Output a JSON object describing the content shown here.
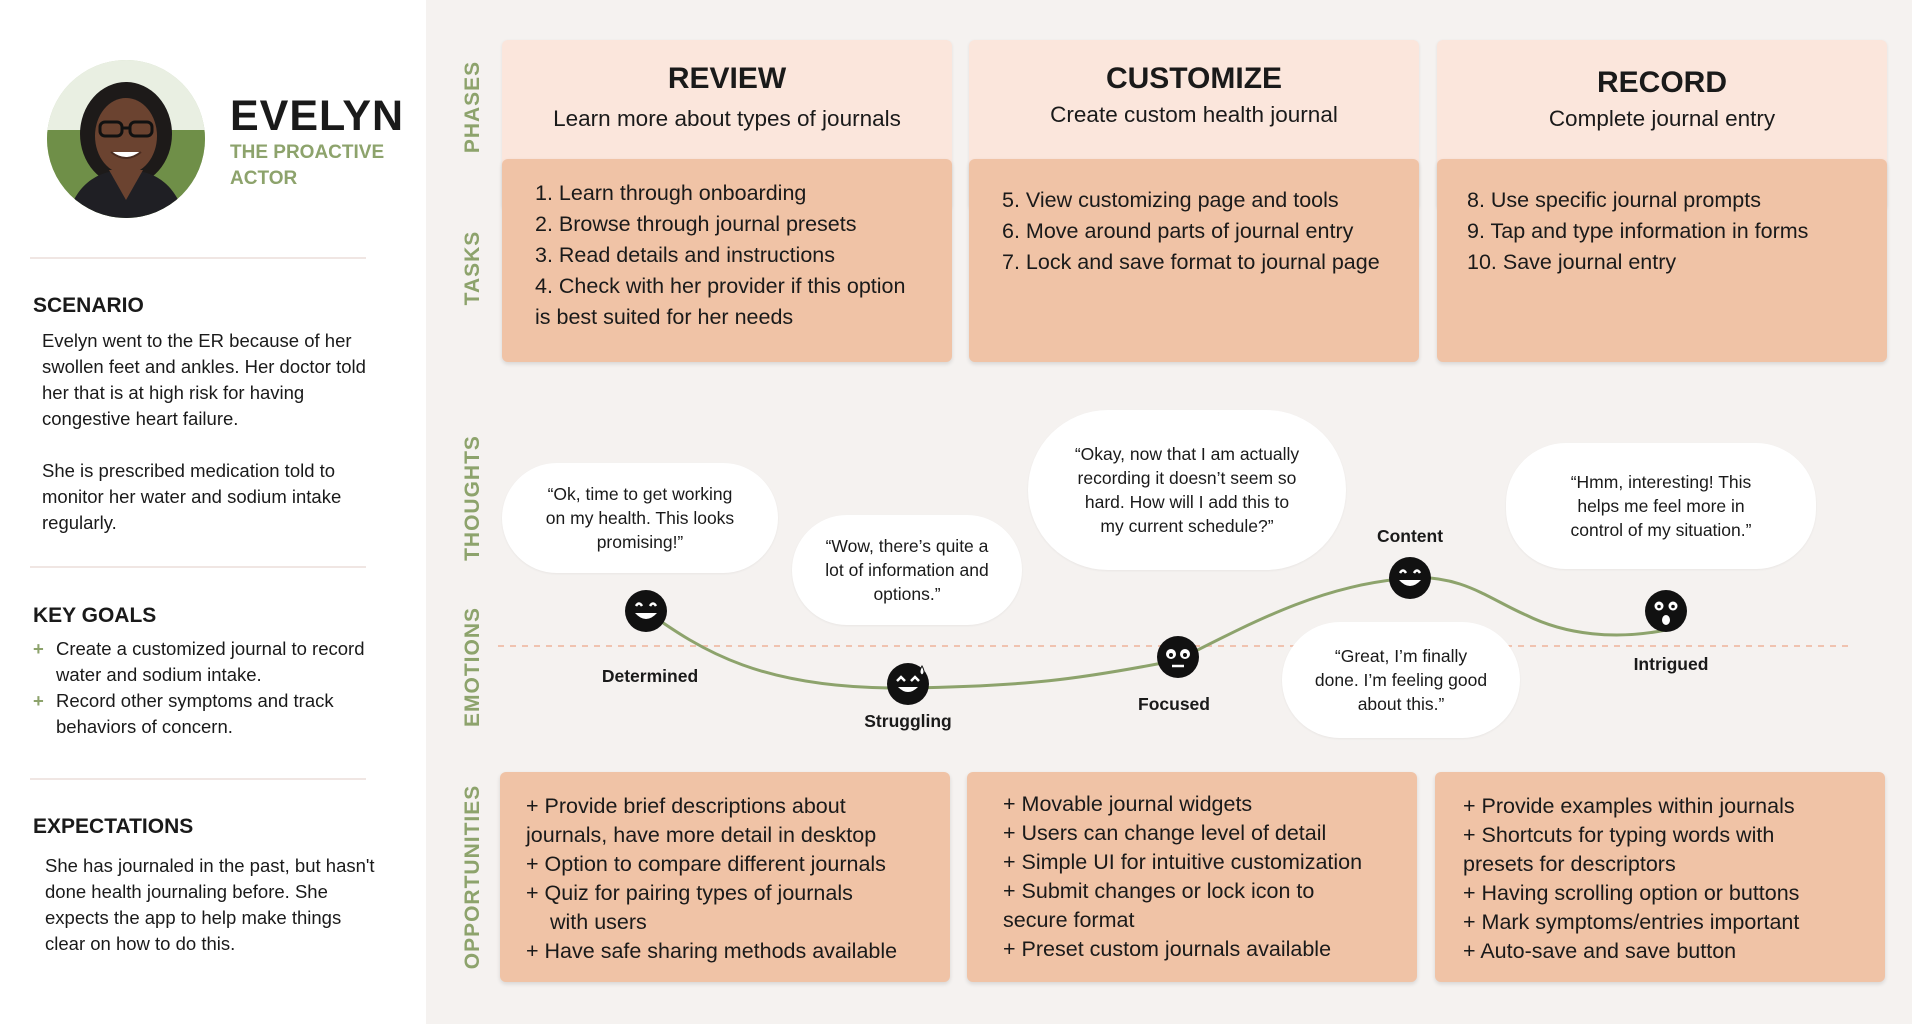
{
  "persona": {
    "name": "EVELYN",
    "subtitle": "THE PROACTIVE ACTOR",
    "avatar_icon": "person-photo-icon"
  },
  "scenario": {
    "title": "SCENARIO",
    "paragraphs": [
      "Evelyn went to the ER because of her swollen feet and ankles. Her doctor told her that is at high risk for having congestive heart failure.",
      "She is prescribed medication told to monitor her water and sodium intake regularly."
    ]
  },
  "key_goals": {
    "title": "KEY GOALS",
    "items": [
      "Create a customized journal to record water and sodium intake.",
      "Record other symptoms and track behaviors of concern."
    ]
  },
  "expectations": {
    "title": "EXPECTATIONS",
    "text": "She has journaled in the past, but hasn't done health journaling before. She expects the app to help make things clear on how to do this."
  },
  "row_labels": {
    "phases": "PHASES",
    "tasks": "TASKS",
    "thoughts": "THOUGHTS",
    "emotions": "EMOTIONS",
    "opportunities": "OPPORTUNITIES"
  },
  "phases": [
    {
      "title": "REVIEW",
      "subtitle": "Learn more about types of journals",
      "tasks": [
        "1.  Learn through onboarding",
        "2. Browse through journal presets",
        "3. Read details and instructions",
        "4. Check with her provider if this option",
        "is best suited for her needs"
      ],
      "opportunities": [
        "+ Provide brief descriptions about",
        "journals, have more detail in desktop",
        "+ Option to compare different journals",
        "+ Quiz for pairing types of journals",
        "with users",
        "+ Have safe sharing methods available"
      ]
    },
    {
      "title": "CUSTOMIZE",
      "subtitle": "Create custom health journal",
      "tasks": [
        "5. View customizing page and tools",
        "6. Move around parts of journal entry",
        "7. Lock and save format to journal page"
      ],
      "opportunities": [
        "+ Movable journal widgets",
        "+ Users can change level of detail",
        "+ Simple UI for intuitive customization",
        "+ Submit changes or lock icon to",
        "secure format",
        "+ Preset custom journals available"
      ]
    },
    {
      "title": "RECORD",
      "subtitle": "Complete journal entry",
      "tasks": [
        "8. Use specific journal prompts",
        "9. Tap and type information in forms",
        "10. Save journal entry"
      ],
      "opportunities": [
        "+ Provide examples within journals",
        "+ Shortcuts for typing words with",
        "presets for descriptors",
        "+ Having scrolling option or buttons",
        "+ Mark symptoms/entries important",
        "+ Auto-save and save button"
      ]
    }
  ],
  "thoughts": [
    [
      "“Ok, time to get working",
      "on my health. This looks",
      "promising!”"
    ],
    [
      "“Wow, there’s quite a",
      "lot of information and",
      "options.”"
    ],
    [
      "“Okay, now that I am actually",
      "recording it doesn’t seem so",
      "hard. How will I add this to",
      "my current schedule?”"
    ],
    [
      "“Great, I’m finally",
      "done. I’m feeling good",
      "about this.”"
    ],
    [
      "“Hmm, interesting! This",
      "helps me feel more in",
      "control of my situation.”"
    ]
  ],
  "emotions": [
    {
      "label": "Determined",
      "icon": "grinning-face-icon",
      "level": 0.55
    },
    {
      "label": "Struggling",
      "icon": "sweat-smile-face-icon",
      "level": 0.1
    },
    {
      "label": "Focused",
      "icon": "neutral-face-icon",
      "level": 0.3
    },
    {
      "label": "Content",
      "icon": "grinning-face-icon",
      "level": 0.9
    },
    {
      "label": "Intrigued",
      "icon": "surprised-face-icon",
      "level": 0.5
    }
  ],
  "colors": {
    "accent_green": "#8da36c",
    "phase_bg": "#fbe6dc",
    "card_bg": "#f0c3a6",
    "canvas_bg": "#f5f2f0",
    "curve": "#8da36c",
    "baseline": "#f0c3b0"
  }
}
